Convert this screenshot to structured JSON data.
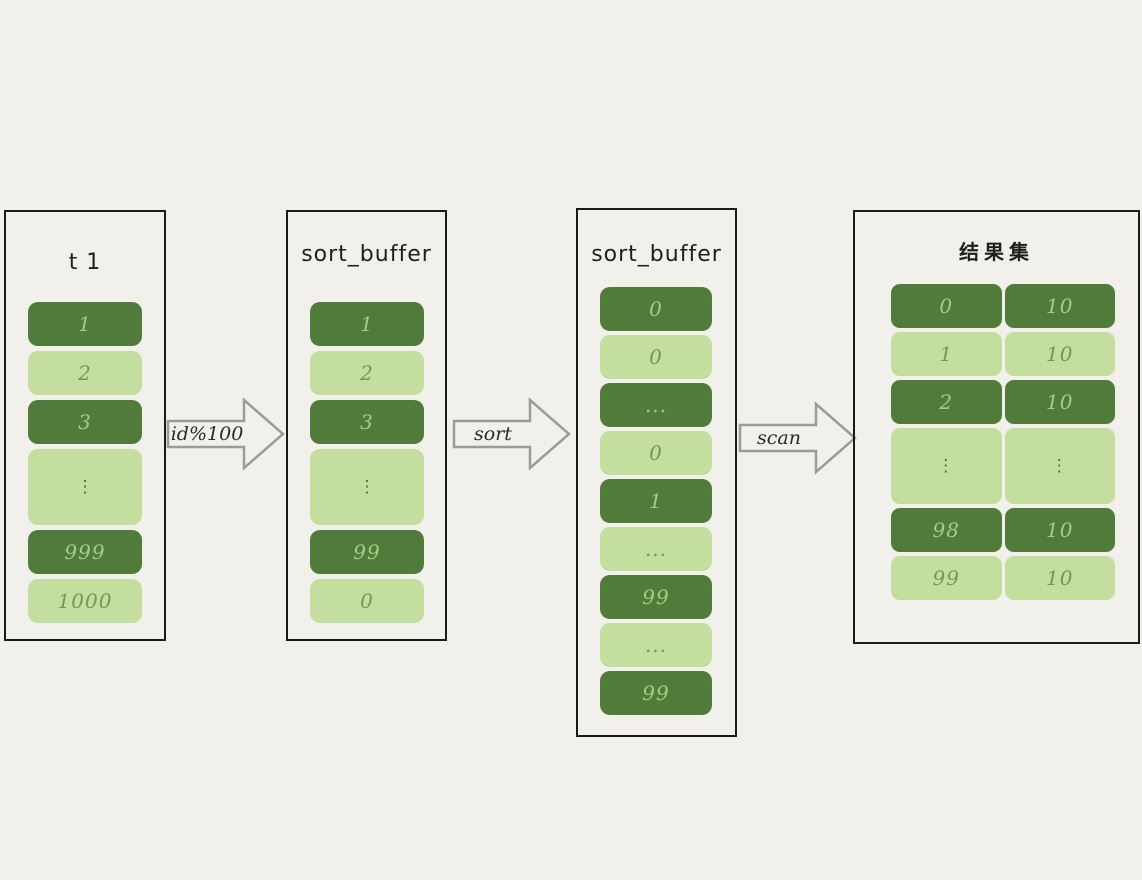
{
  "diagram": {
    "background": "#f2f0ea",
    "colors": {
      "dark_cell": "#507b3a",
      "light_cell": "#c3de9f",
      "text_on_dark": "#a6cc84",
      "text_on_light": "#76984f",
      "box_border": "#1a1a1a",
      "arrow_stroke": "#9b9b9b",
      "arrow_label_text": "#2b2b2b"
    }
  },
  "columns": [
    {
      "title": "t 1",
      "rows": [
        {
          "value": "1",
          "tone": "dark"
        },
        {
          "value": "2",
          "tone": "light"
        },
        {
          "value": "3",
          "tone": "dark"
        },
        {
          "value": "⋮",
          "tone": "light",
          "kind": "vdots"
        },
        {
          "value": "999",
          "tone": "dark"
        },
        {
          "value": "1000",
          "tone": "light"
        }
      ]
    },
    {
      "title": "sort_buffer",
      "rows": [
        {
          "value": "1",
          "tone": "dark"
        },
        {
          "value": "2",
          "tone": "light"
        },
        {
          "value": "3",
          "tone": "dark"
        },
        {
          "value": "⋮",
          "tone": "light",
          "kind": "vdots"
        },
        {
          "value": "99",
          "tone": "dark"
        },
        {
          "value": "0",
          "tone": "light"
        }
      ]
    },
    {
      "title": "sort_buffer",
      "rows": [
        {
          "value": "0",
          "tone": "dark"
        },
        {
          "value": "0",
          "tone": "light"
        },
        {
          "value": "...",
          "tone": "dark"
        },
        {
          "value": "0",
          "tone": "light"
        },
        {
          "value": "1",
          "tone": "dark"
        },
        {
          "value": "...",
          "tone": "light"
        },
        {
          "value": "99",
          "tone": "dark"
        },
        {
          "value": "...",
          "tone": "light"
        },
        {
          "value": "99",
          "tone": "dark"
        }
      ]
    },
    {
      "title": "结果集",
      "rows": [
        {
          "left": "0",
          "right": "10",
          "tone": "dark"
        },
        {
          "left": "1",
          "right": "10",
          "tone": "light"
        },
        {
          "left": "2",
          "right": "10",
          "tone": "dark"
        },
        {
          "left": "⋮",
          "right": "⋮",
          "tone": "light",
          "kind": "vdots"
        },
        {
          "left": "98",
          "right": "10",
          "tone": "dark"
        },
        {
          "left": "99",
          "right": "10",
          "tone": "light"
        }
      ]
    }
  ],
  "arrows": [
    {
      "label": "id%100"
    },
    {
      "label": "sort"
    },
    {
      "label": "scan"
    }
  ]
}
